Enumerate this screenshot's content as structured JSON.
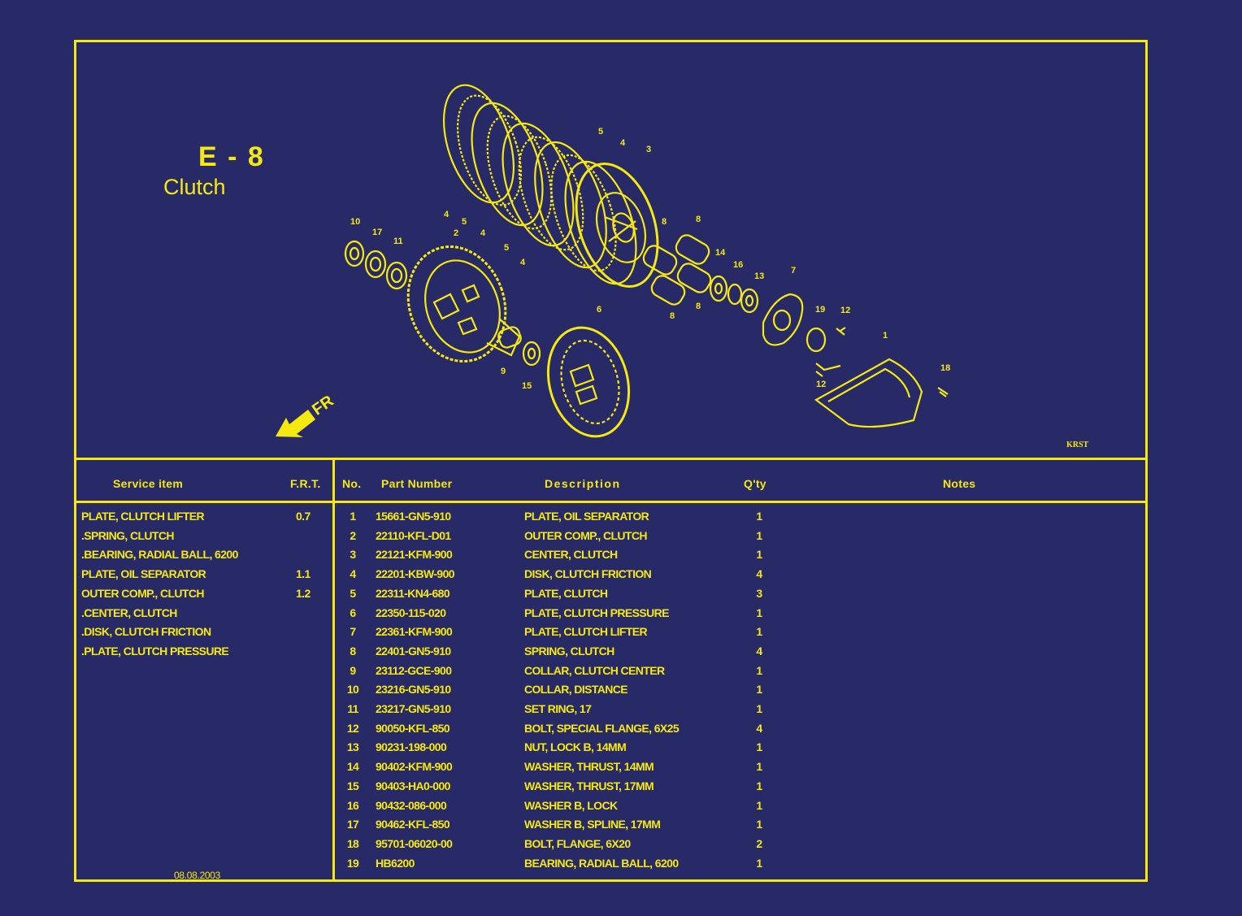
{
  "header": {
    "section_code": "E - 8",
    "section_title": "Clutch",
    "drawing_code": "KRST",
    "direction_label": "FR"
  },
  "columns": {
    "service_item": "Service item",
    "frt": "F.R.T.",
    "no": "No.",
    "part_number": "Part Number",
    "description": "Description",
    "qty": "Q'ty",
    "notes": "Notes"
  },
  "service_items": [
    {
      "item": "PLATE, CLUTCH LIFTER",
      "frt": "0.7"
    },
    {
      "item": ".SPRING, CLUTCH",
      "frt": ""
    },
    {
      "item": ".BEARING, RADIAL BALL, 6200",
      "frt": ""
    },
    {
      "item": "PLATE, OIL SEPARATOR",
      "frt": "1.1"
    },
    {
      "item": "OUTER COMP., CLUTCH",
      "frt": "1.2"
    },
    {
      "item": ".CENTER, CLUTCH",
      "frt": ""
    },
    {
      "item": ".DISK, CLUTCH FRICTION",
      "frt": ""
    },
    {
      "item": ".PLATE, CLUTCH PRESSURE",
      "frt": ""
    }
  ],
  "parts": [
    {
      "no": "1",
      "part": "15661-GN5-910",
      "desc": "PLATE, OIL SEPARATOR",
      "qty": "1"
    },
    {
      "no": "2",
      "part": "22110-KFL-D01",
      "desc": "OUTER COMP., CLUTCH",
      "qty": "1"
    },
    {
      "no": "3",
      "part": "22121-KFM-900",
      "desc": "CENTER, CLUTCH",
      "qty": "1"
    },
    {
      "no": "4",
      "part": "22201-KBW-900",
      "desc": "DISK, CLUTCH FRICTION",
      "qty": "4"
    },
    {
      "no": "5",
      "part": "22311-KN4-680",
      "desc": "PLATE, CLUTCH",
      "qty": "3"
    },
    {
      "no": "6",
      "part": "22350-115-020",
      "desc": "PLATE, CLUTCH PRESSURE",
      "qty": "1"
    },
    {
      "no": "7",
      "part": "22361-KFM-900",
      "desc": "PLATE, CLUTCH LIFTER",
      "qty": "1"
    },
    {
      "no": "8",
      "part": "22401-GN5-910",
      "desc": "SPRING, CLUTCH",
      "qty": "4"
    },
    {
      "no": "9",
      "part": "23112-GCE-900",
      "desc": "COLLAR, CLUTCH CENTER",
      "qty": "1"
    },
    {
      "no": "10",
      "part": "23216-GN5-910",
      "desc": "COLLAR, DISTANCE",
      "qty": "1"
    },
    {
      "no": "11",
      "part": "23217-GN5-910",
      "desc": "SET RING, 17",
      "qty": "1"
    },
    {
      "no": "12",
      "part": "90050-KFL-850",
      "desc": "BOLT, SPECIAL FLANGE, 6X25",
      "qty": "4"
    },
    {
      "no": "13",
      "part": "90231-198-000",
      "desc": "NUT, LOCK B, 14MM",
      "qty": "1"
    },
    {
      "no": "14",
      "part": "90402-KFM-900",
      "desc": "WASHER, THRUST, 14MM",
      "qty": "1"
    },
    {
      "no": "15",
      "part": "90403-HA0-000",
      "desc": "WASHER, THRUST, 17MM",
      "qty": "1"
    },
    {
      "no": "16",
      "part": "90432-086-000",
      "desc": "WASHER B, LOCK",
      "qty": "1"
    },
    {
      "no": "17",
      "part": "90462-KFL-850",
      "desc": "WASHER B, SPLINE, 17MM",
      "qty": "1"
    },
    {
      "no": "18",
      "part": "95701-06020-00",
      "desc": "BOLT, FLANGE, 6X20",
      "qty": "2"
    },
    {
      "no": "19",
      "part": "HB6200",
      "desc": "BEARING, RADIAL BALL, 6200",
      "qty": "1"
    }
  ],
  "callouts": [
    "10",
    "17",
    "11",
    "2",
    "4",
    "5",
    "4",
    "5",
    "4",
    "5",
    "4",
    "3",
    "8",
    "8",
    "8",
    "8",
    "14",
    "16",
    "13",
    "7",
    "19",
    "12",
    "1",
    "12",
    "18",
    "6",
    "9",
    "15"
  ],
  "footer": {
    "date": "08.08.2003"
  },
  "colors": {
    "background": "#272a66",
    "ink": "#f5e90f"
  }
}
